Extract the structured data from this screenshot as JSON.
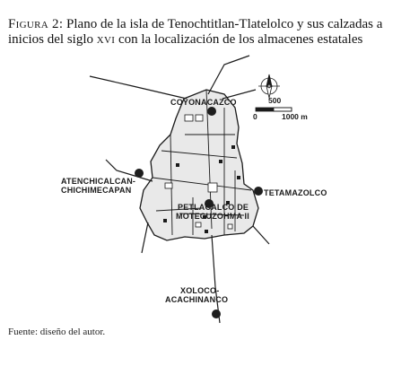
{
  "caption": {
    "label": "Figura 2:",
    "text_line1": "Plano de la isla de Tenochtitlan-Tlatelolco y sus calzadas a",
    "text_line2_a": "inicios del siglo ",
    "text_line2_century": "xvi",
    "text_line2_b": " con la localización de los almacenes estatales"
  },
  "scale": {
    "label_top": "500",
    "label_zero": "0",
    "label_end": "1000 m"
  },
  "north_arrow": {
    "icon": "north-arrow-icon"
  },
  "places": {
    "coyonacazco": "COYONACAZCO",
    "atenchicalcan_1": "ATENCHICALCAN-",
    "atenchicalcan_2": "CHICHIMECAPAN",
    "tetamazolco": "TETAMAZOLCO",
    "petlacalco_1": "PETLACALCO DE",
    "petlacalco_2": "MOTECUZOHMA II",
    "xoloco_1": "XOLOCO-",
    "xoloco_2": "ACACHINANCO"
  },
  "source": "Fuente: diseño del autor.",
  "colors": {
    "ink": "#1a1a1a",
    "map_fill": "#e9e9e9",
    "dot": "#1e1e1e"
  }
}
